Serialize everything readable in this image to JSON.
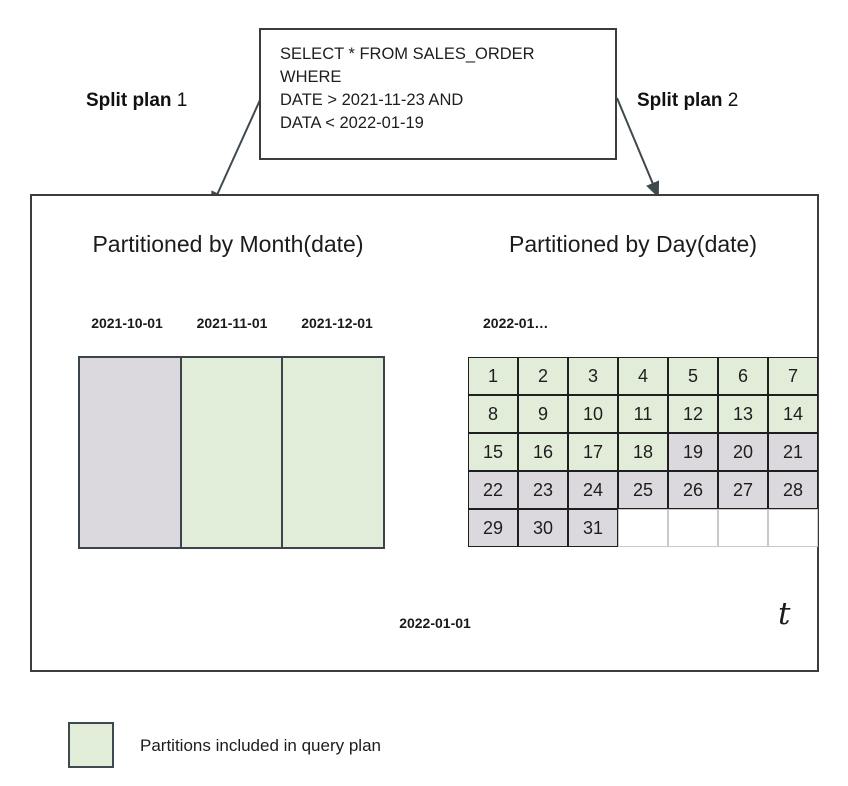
{
  "query_box": {
    "line1": "SELECT * FROM SALES_ORDER",
    "line2": "WHERE",
    "line3": "DATE > 2021-11-23 AND",
    "line4": "DATA < 2022-01-19"
  },
  "split_plan_1": {
    "bold": "Split plan",
    "number": "1"
  },
  "split_plan_2": {
    "bold": "Split plan",
    "number": "2"
  },
  "left_panel": {
    "title": "Partitioned by Month(date)",
    "partitions": [
      {
        "label": "2021-10-01",
        "included": false
      },
      {
        "label": "2021-11-01",
        "included": true
      },
      {
        "label": "2021-12-01",
        "included": true
      }
    ]
  },
  "right_panel": {
    "title": "Partitioned by Day(date)",
    "month_label": "2022-01…",
    "days_total": 31,
    "included_through_day": 18,
    "trailing_empty_cells": 4
  },
  "timeline": {
    "tick_label": "2022-01-01",
    "axis_symbol": "t"
  },
  "legend": {
    "label": "Partitions included in query plan",
    "swatch_color": "#e1ecd9"
  },
  "colors": {
    "included_green": "#e1ecd9",
    "excluded_gray": "#dbd9dd",
    "grid_border": "#1f1f1f",
    "panel_border": "#3d3d3d",
    "axis": "#5d6a6f",
    "text": "#212121"
  }
}
